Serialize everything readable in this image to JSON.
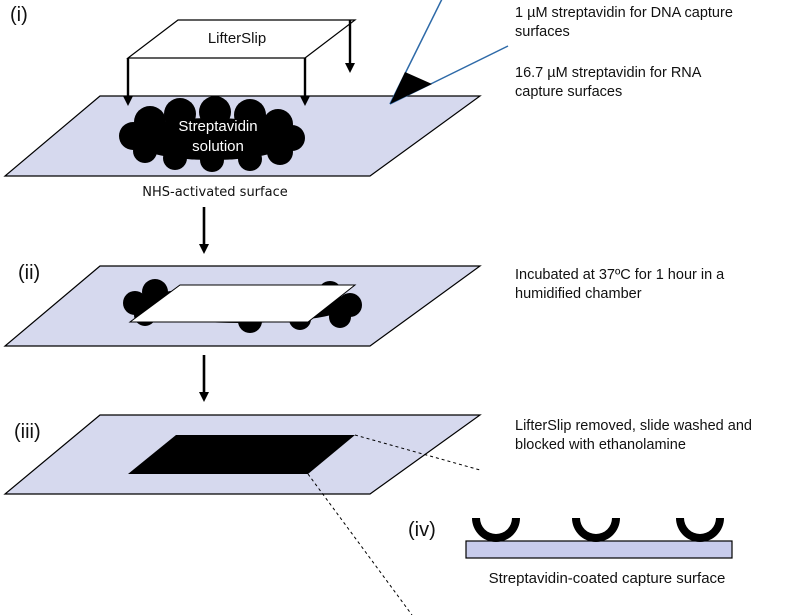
{
  "steps": {
    "i": "(i)",
    "ii": "(ii)",
    "iii": "(iii)",
    "iv": "(iv)"
  },
  "labels": {
    "lifterslip": "LifterSlip",
    "streptavidin_line1": "Streptavidin",
    "streptavidin_line2": "solution",
    "nhs_surface": "NHS-activated surface",
    "capture_surface": "Streptavidin-coated capture surface"
  },
  "notes": {
    "dna_line1": "1 µM streptavidin for DNA capture",
    "dna_line2": "surfaces",
    "rna_line1": "16.7 µM streptavidin for RNA",
    "rna_line2": "capture surfaces",
    "incubate_line1": "Incubated at 37ºC for 1 hour in a",
    "incubate_line2": "humidified chamber",
    "removed_line1": "LifterSlip removed, slide washed and",
    "removed_line2": "blocked with ethanolamine"
  },
  "colors": {
    "slide": "#d6d9ee",
    "outline": "#000000",
    "solution": "#000000",
    "pipette": "#2e6aa8",
    "capture_surface": "#c8ccec"
  }
}
